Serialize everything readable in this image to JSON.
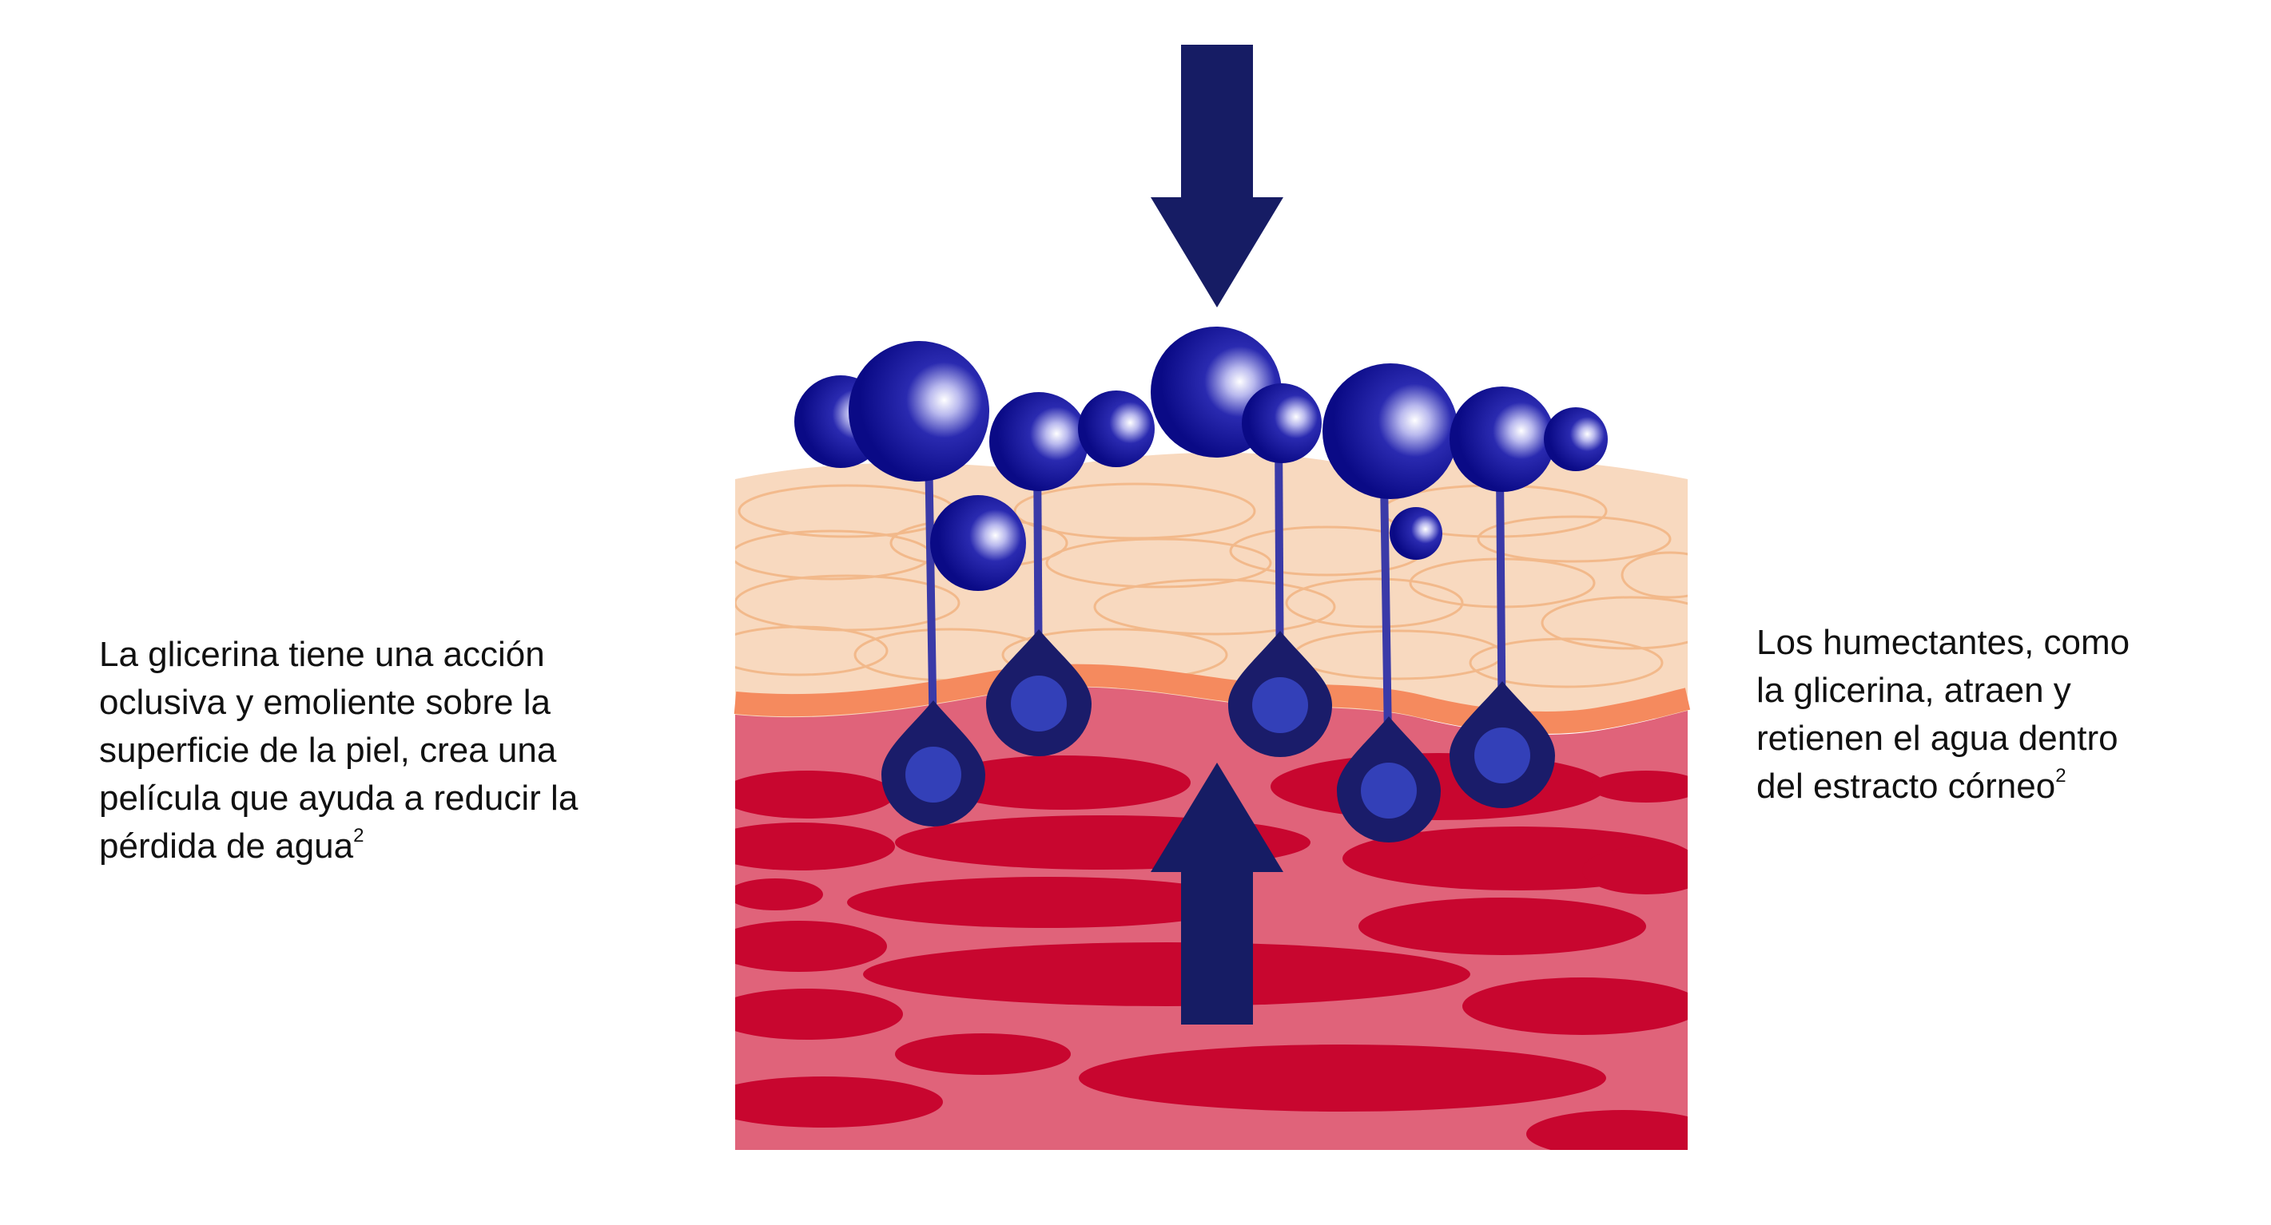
{
  "captions": {
    "left": {
      "lines": [
        "La glicerina tiene una acción",
        "oclusiva y emoliente sobre la",
        "superficie de la piel, crea una",
        "película que ayuda a reducir la",
        "pérdida de agua"
      ],
      "superscript": "2"
    },
    "right": {
      "lines": [
        "Los humectantes, como",
        "la glicerina, atraen y",
        "retienen el agua dentro",
        "del estracto córneo"
      ],
      "superscript": "2"
    }
  },
  "colors": {
    "arrow": "#161c64",
    "molecule": "#0c0c8e",
    "molecule_highlight": "#ffffff",
    "stick": "#3a3aa8",
    "drop_outer": "#1a1c6a",
    "drop_inner": "#3340b8",
    "stratum_corneum": "#f8d9bf",
    "stratum_corneum_lines": "#f2b482",
    "boundary_band": "#f58a5e",
    "dermis": "#e0637a",
    "dermis_cells": "#c8062f"
  },
  "icons": {
    "down_arrow": "arrow-down-icon",
    "up_arrow": "arrow-up-icon",
    "molecule": "glycerin-molecule-icon",
    "humectant": "humectant-drop-icon"
  }
}
